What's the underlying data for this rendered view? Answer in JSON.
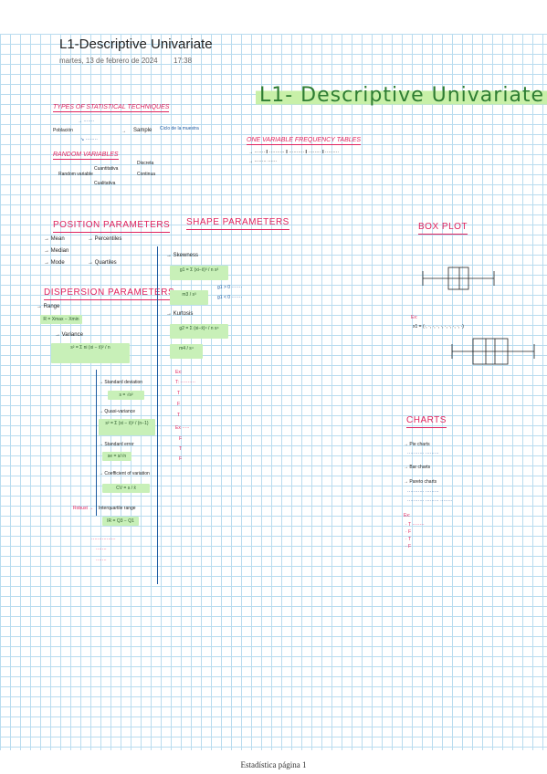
{
  "page": {
    "title": "L1-Descriptive Univariate",
    "date": "martes, 13 de febrero de 2024",
    "time": "17:38",
    "footer": "Estadística página 1"
  },
  "notes": {
    "main_title": "L1- Descriptive Univariate",
    "types_of_statistical_techniques": "Types of statistical techniques",
    "random_variables": "Random variables",
    "one_variable_frequency_tables": "One variable frequency tables",
    "position_parameters": "Position parameters",
    "shape_parameters": "Shape parameters",
    "dispersion_parameters": "Dispersion parameters",
    "box_plot": "Box plot",
    "charts": "Charts",
    "pie_charts": "Pie charts",
    "bar_charts": "Bar charts",
    "pareto_charts": "Pareto charts"
  },
  "scribbles": {
    "population": "Población",
    "sample": "Sample",
    "ciclo_de_la_muestra": "Ciclo de la muestra",
    "random_var": "Random variable",
    "quantitative": "Cuantitativa",
    "qualitative": "Cualitativa",
    "discrete": "Discreta",
    "continuous": "Continua",
    "mean": "Mean",
    "median": "Median",
    "mode": "Mode",
    "percentiles": "Percentiles",
    "quartiles": "Quartiles",
    "range": "Range",
    "variance": "Variance",
    "std_dev": "Standard deviation",
    "quasi_variance": "Quasi-variance",
    "stand_error": "Standard error",
    "coef_variation": "Coefficient of variation",
    "interquartile_range": "Interquartile range",
    "skewness": "Skewness",
    "kurtosis": "Kurtosis",
    "ex_label": "Ex:",
    "box_ex": "Ex:",
    "charts_ex": "Ex:"
  }
}
